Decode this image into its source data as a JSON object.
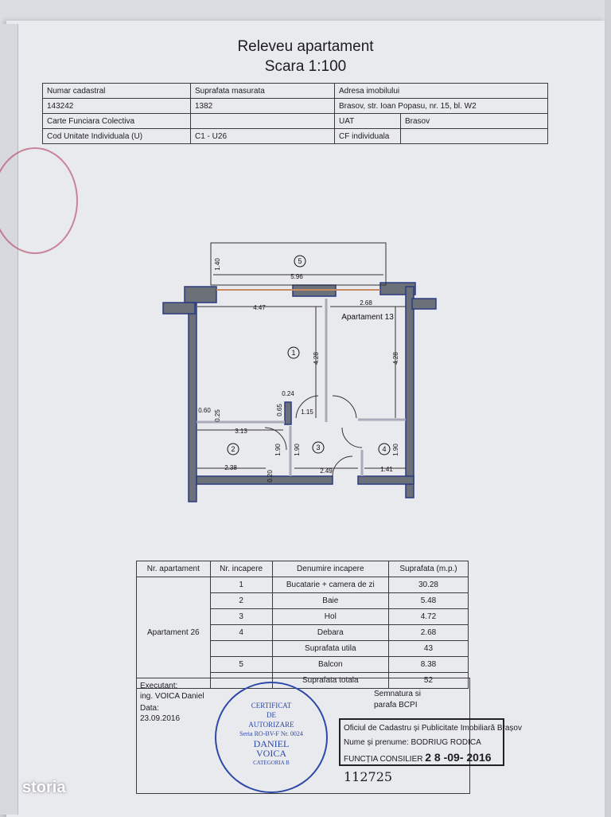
{
  "title": "Releveu apartament",
  "scale": "Scara 1:100",
  "info": {
    "h1": "Numar cadastral",
    "h2": "Suprafata masurata",
    "h3": "Adresa imobilului",
    "v1": "143242",
    "v2": "1382",
    "v3": "Brasov, str. Ioan Popasu, nr. 15, bl. W2",
    "r3c1": "Carte Funciara Colectiva",
    "r3c3": "UAT",
    "r3c4": "Brasov",
    "r4c1": "Cod Unitate Individuala (U)",
    "r4c2": "C1 - U26",
    "r4c3": "CF individuala"
  },
  "plan": {
    "rooms": [
      "1",
      "2",
      "3",
      "4",
      "5"
    ],
    "neighbor": "Apartament 13",
    "dims": [
      "1.40",
      "5.96",
      "4.47",
      "2.68",
      "4.28",
      "4.28",
      "0.24",
      "0.65",
      "0.60",
      "0.25",
      "1.15",
      "3.13",
      "1.90",
      "1.90",
      "1.90",
      "2.38",
      "0.20",
      "2.49",
      "1.41"
    ]
  },
  "rooms_table": {
    "headers": [
      "Nr. apartament",
      "Nr. incapere",
      "Denumire incapere",
      "Suprafata (m.p.)"
    ],
    "apartment": "Apartament 26",
    "rows": [
      [
        "1",
        "Bucatarie + camera de zi",
        "30.28"
      ],
      [
        "2",
        "Baie",
        "5.48"
      ],
      [
        "3",
        "Hol",
        "4.72"
      ],
      [
        "4",
        "Debara",
        "2.68"
      ],
      [
        "",
        "Suprafata utila",
        "43"
      ],
      [
        "5",
        "Balcon",
        "8.38"
      ],
      [
        "",
        "Suprafata totala",
        "52"
      ]
    ]
  },
  "executant": {
    "label": "Executant:",
    "name": "ing. VOICA Daniel",
    "date_label": "Data:",
    "date": "23.09.2016"
  },
  "stamp": {
    "l1": "CERTIFICAT",
    "l2": "DE",
    "l3": "AUTORIZARE",
    "l4": "Seria RO-BV-F Nr. 0024",
    "l5": "DANIEL",
    "l6": "VOICA",
    "l7": "CATEGORIA B"
  },
  "bcpi": {
    "label1": "Semnatura si",
    "label2": "parafa BCPI",
    "office": "Oficiul de Cadastru și Publicitate Imobiliară Brașov",
    "name": "Nume și prenume:  BODRIUG  RODICA",
    "func": "FUNCȚIA CONSILIER",
    "date": "2 8 -09- 2016",
    "number": "112725"
  },
  "watermark": "storia"
}
